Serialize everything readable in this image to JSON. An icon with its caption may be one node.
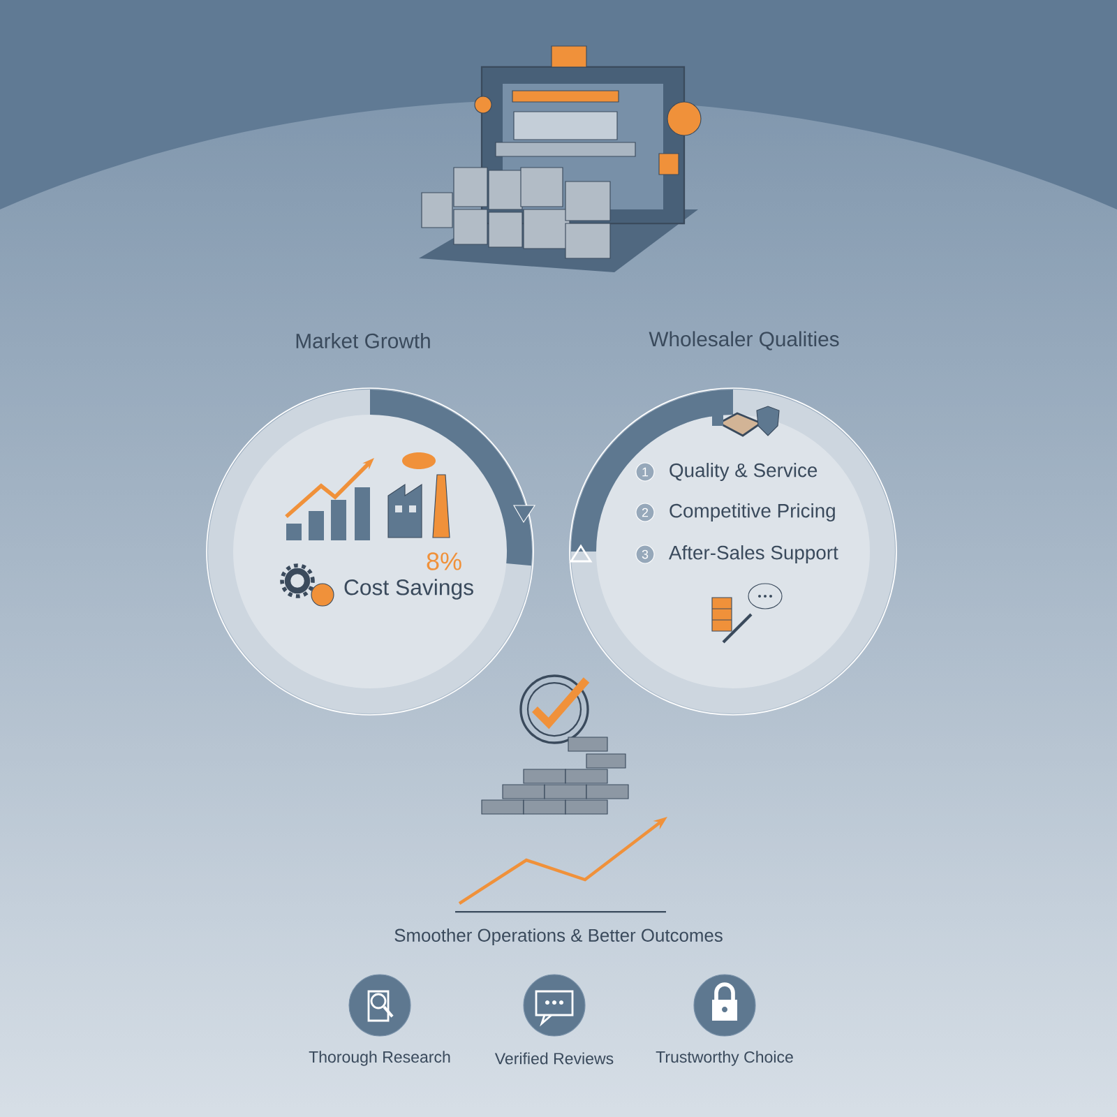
{
  "diagram": {
    "nodes": [
      {
        "text": [
          "Market Growth",
          "8%",
          "Cost Savings"
        ]
      },
      {
        "text": [
          "Wholesaler Qualities",
          "1",
          "Quality & Service",
          "2",
          "Competitive Pricing",
          "3",
          "After-Sales Support"
        ]
      },
      {
        "text": [],
        "shape": "circle",
        "beside": [
          "Thorough Research"
        ]
      },
      {
        "text": [],
        "shape": "circle",
        "beside": [
          "Verified Reviews"
        ]
      },
      {
        "text": [],
        "shape": "circle",
        "beside": [
          "Trustworthy Choice"
        ]
      }
    ],
    "labels": [
      "Smoother Operations & Better Outcomes"
    ]
  }
}
